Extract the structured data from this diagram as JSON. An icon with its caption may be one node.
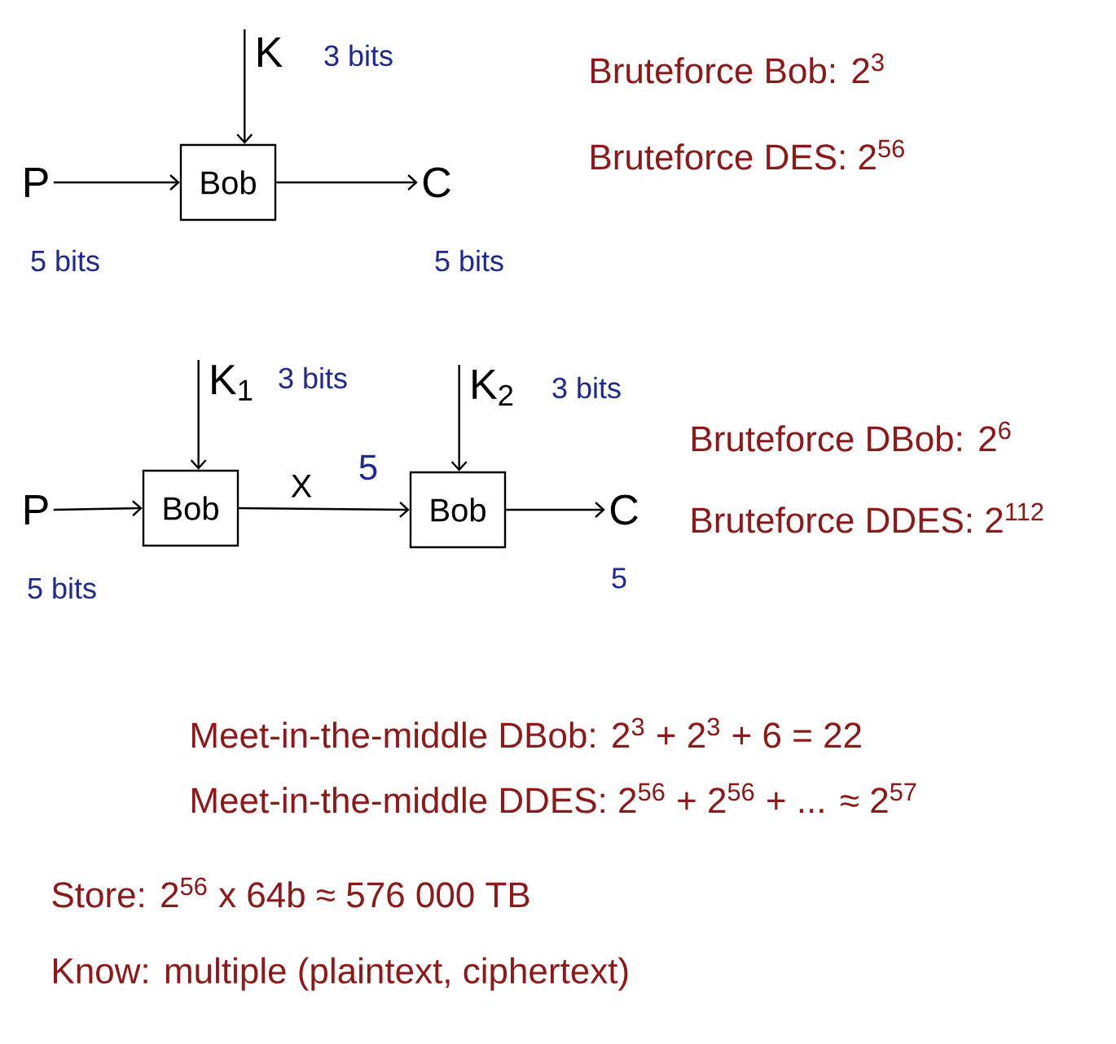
{
  "diagram": {
    "nodes": [
      {
        "text": [
          "P"
        ],
        "beside": [
          "5 bits"
        ]
      },
      {
        "text": [
          "Bob"
        ]
      },
      {
        "text": [
          "C"
        ],
        "beside": [
          "5 bits"
        ]
      },
      {
        "text": [
          "K"
        ],
        "beside": [
          "3 bits"
        ]
      },
      {
        "text": [
          "P"
        ],
        "beside": [
          "5 bits"
        ]
      },
      {
        "text": [
          "Bob"
        ]
      },
      {
        "text": [
          "Bob"
        ]
      },
      {
        "text": [
          "C"
        ],
        "beside": [
          "5"
        ]
      },
      {
        "text": [
          "K$_{1}$"
        ],
        "beside": [
          "3 bits"
        ]
      },
      {
        "text": [
          "K$_{2}$"
        ],
        "beside": [
          "3 bits"
        ]
      }
    ],
    "edges": [
      {
        "from": 0,
        "to": 1,
        "arrow": "to"
      },
      {
        "from": 3,
        "to": 1,
        "arrow": "to"
      },
      {
        "from": 1,
        "to": 2,
        "arrow": "to"
      },
      {
        "from": 4,
        "to": 5,
        "arrow": "to"
      },
      {
        "from": 8,
        "to": 5,
        "arrow": "to"
      },
      {
        "from": 5,
        "to": 6,
        "arrow": "to",
        "label": "X"
      },
      {
        "from": 9,
        "to": 6,
        "arrow": "to"
      },
      {
        "from": 6,
        "to": 7,
        "arrow": "to"
      }
    ],
    "labels": [
      "Bruteforce Bob: 2$^{3}$",
      "Bruteforce DES: 2$^{56}$",
      "5",
      "Bruteforce DBob: 2$^{6}$",
      "Bruteforce DDES: 2$^{112}$",
      "Meet-in-the-middle DBob: 2$^{3}$ + 2$^{3}$ + 6 = 22",
      "Meet-in-the-middle DDES: 2$^{56}$ + 2$^{56}$ + ... ≈ 2$^{57}$",
      "Store: 2$^{56}$ x 64b ≈ 576 000 TB",
      "Know: multiple (plaintext, ciphertext)"
    ]
  }
}
